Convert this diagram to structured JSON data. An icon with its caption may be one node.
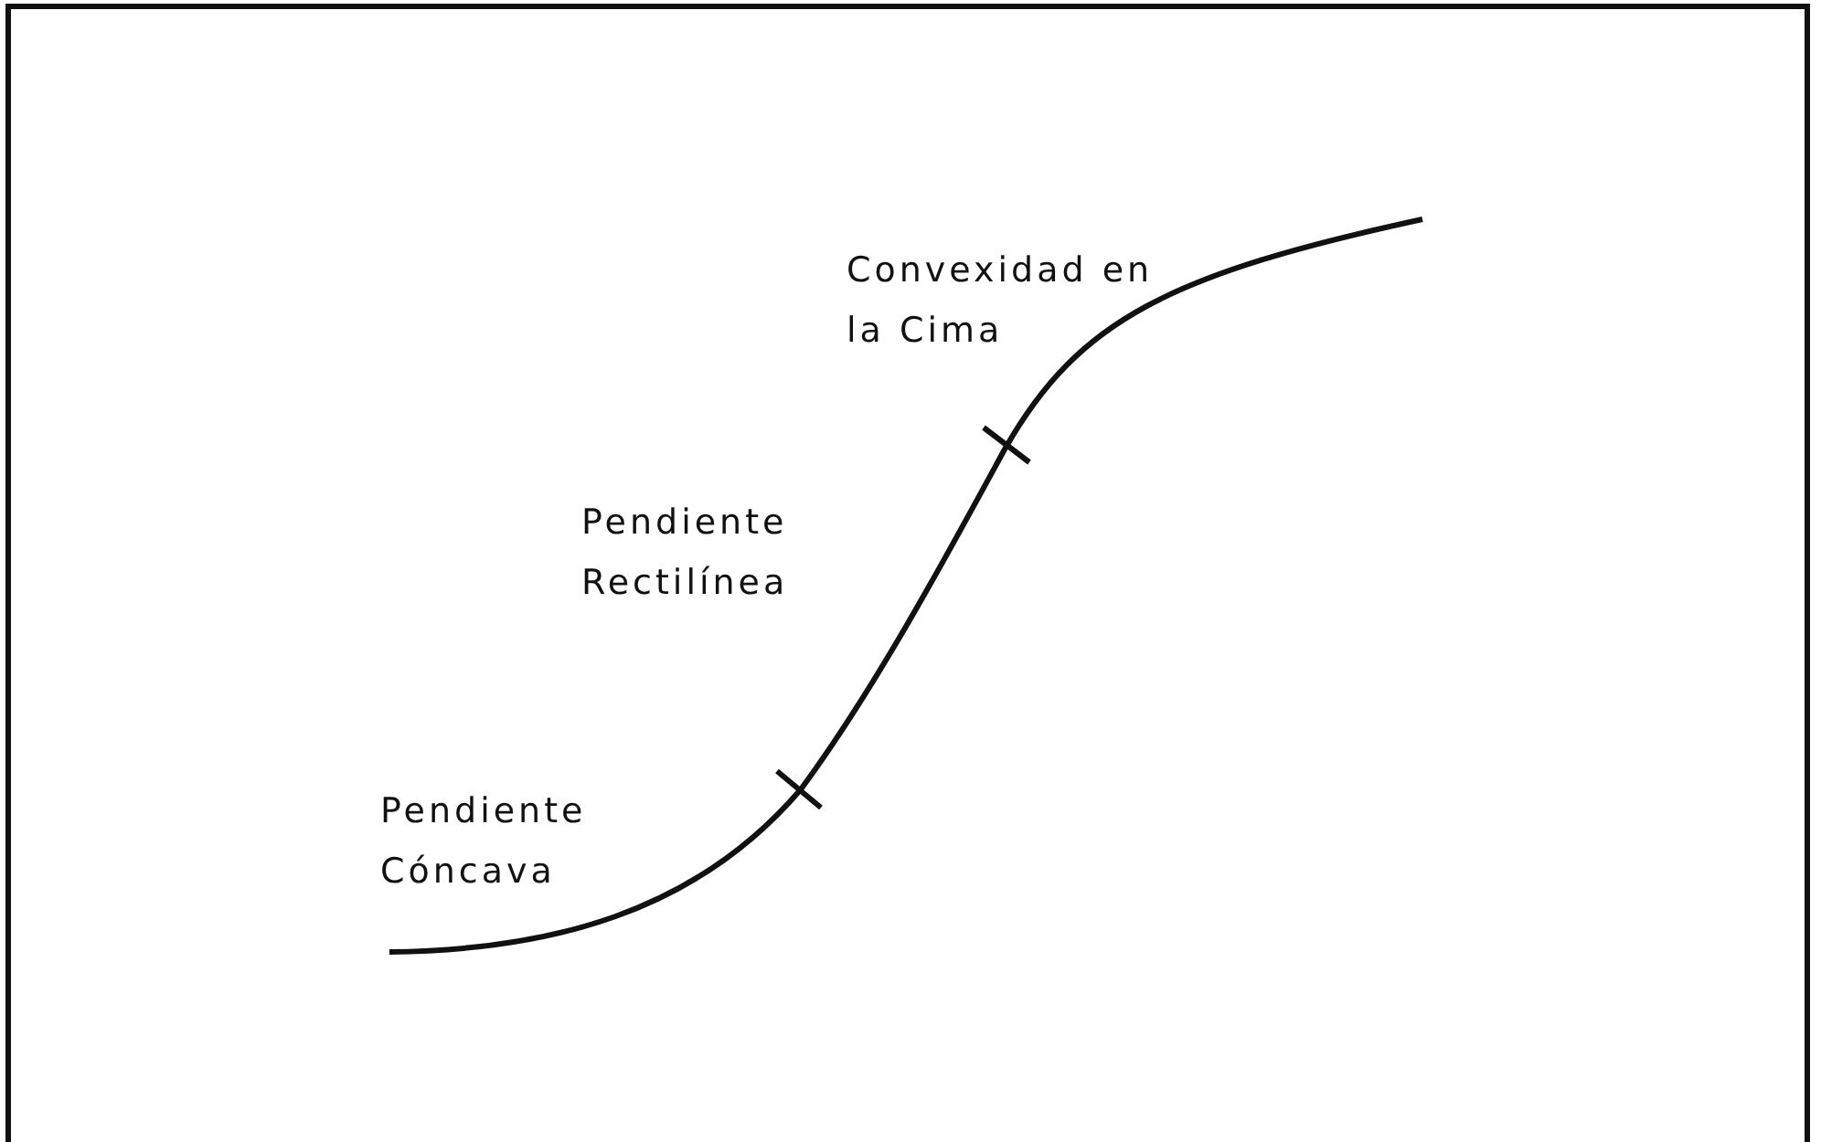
{
  "diagram": {
    "labels": [
      "Convexidad en la Cima",
      "Pendiente Rectilínea",
      "Pendiente Cóncava"
    ]
  }
}
